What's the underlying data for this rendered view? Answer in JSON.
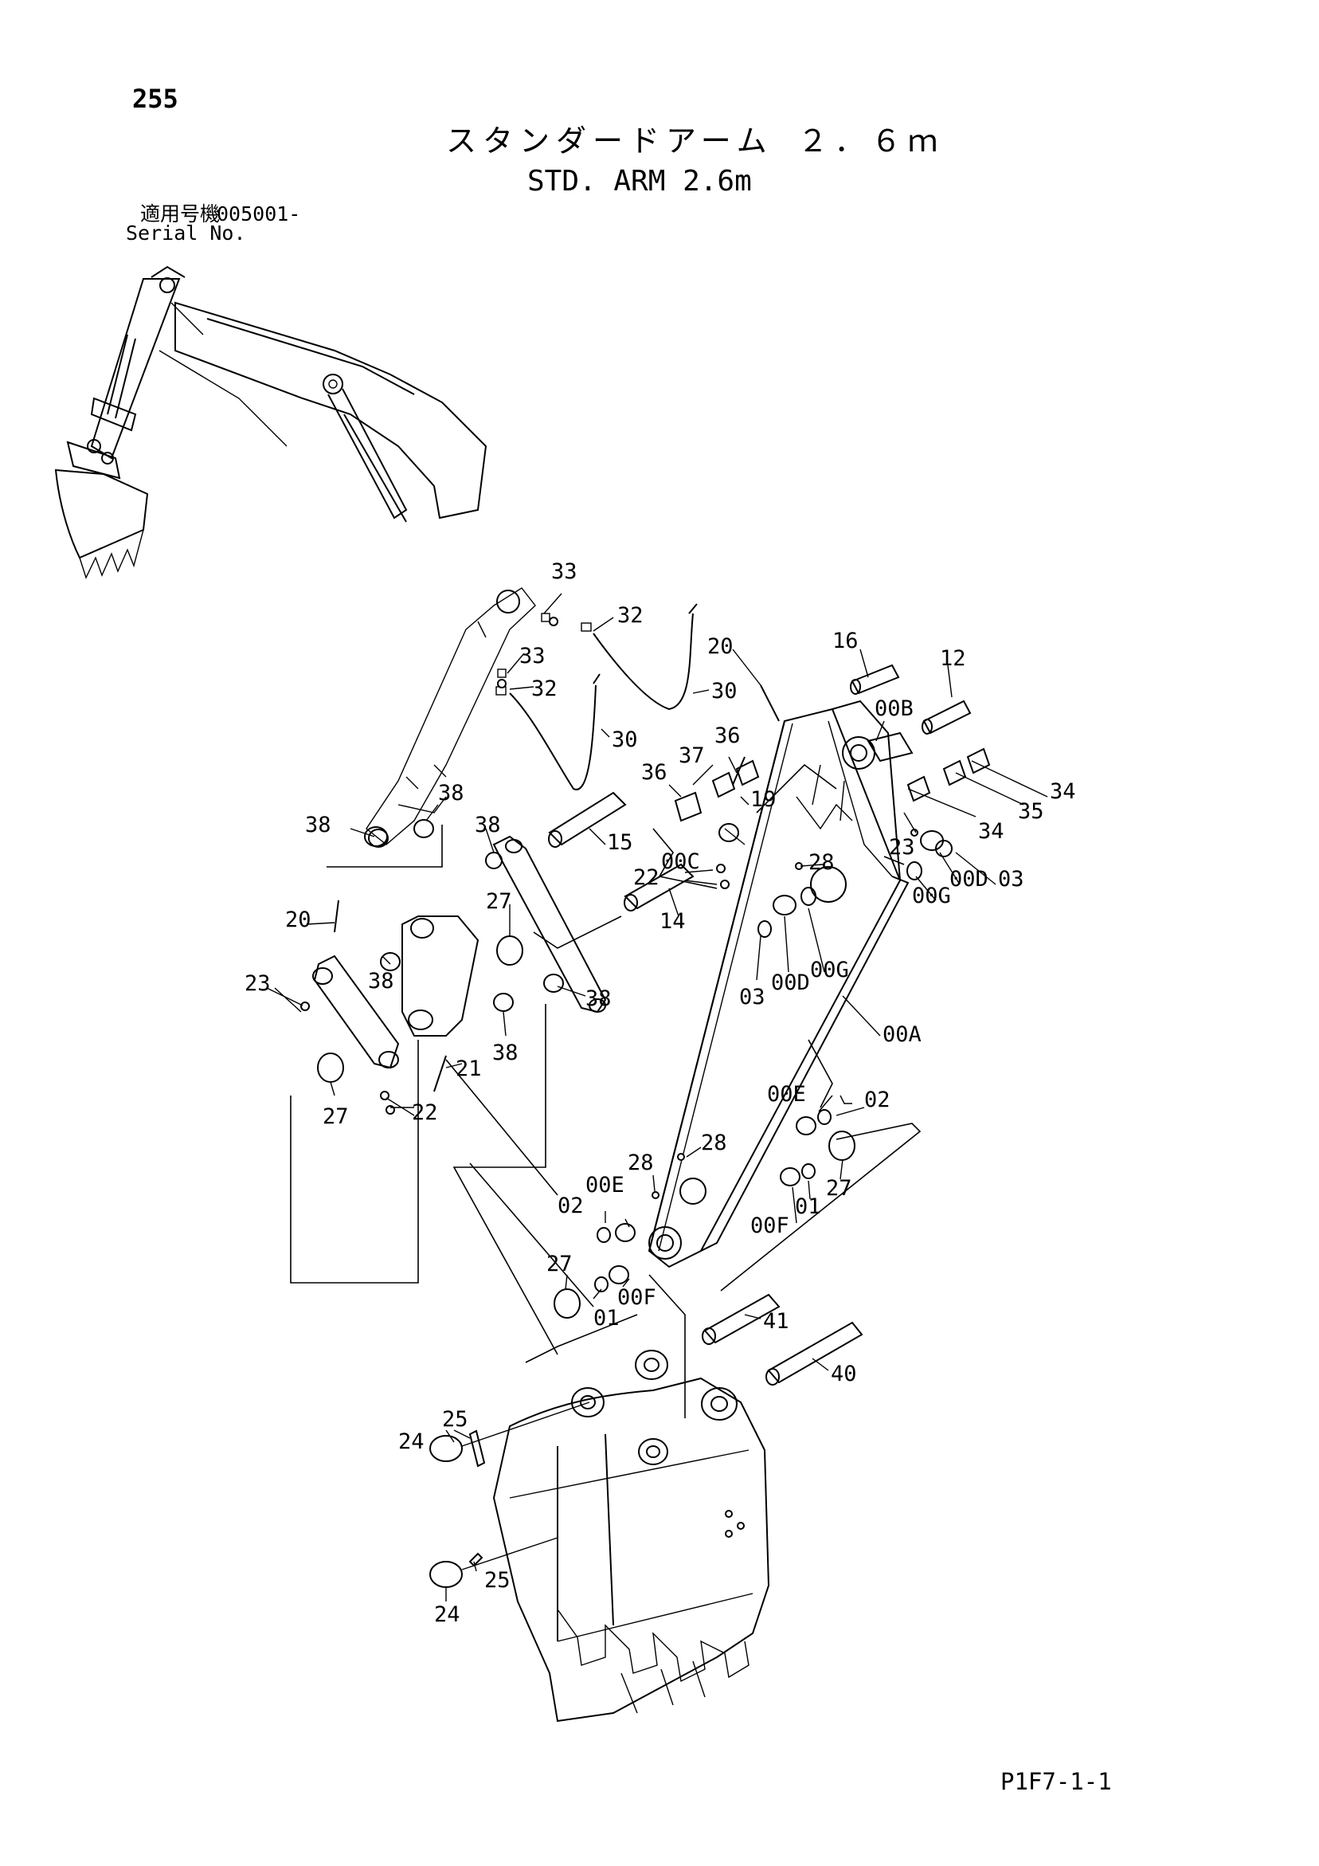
{
  "page": {
    "number": "255",
    "title_jp": "スタンダードアーム ２．６ｍ",
    "title_en": "STD. ARM 2.6m",
    "serial_label_jp": "適用号機",
    "serial_value": "005001-",
    "serial_label_en": "Serial No.",
    "footer_code": "P1F7-1-1"
  },
  "diagram": {
    "callouts": [
      {
        "id": "33",
        "label": "33"
      },
      {
        "id": "32",
        "label": "32"
      },
      {
        "id": "33b",
        "label": "33"
      },
      {
        "id": "32b",
        "label": "32"
      },
      {
        "id": "30",
        "label": "30"
      },
      {
        "id": "30b",
        "label": "30"
      },
      {
        "id": "20",
        "label": "20"
      },
      {
        "id": "16",
        "label": "16"
      },
      {
        "id": "12",
        "label": "12"
      },
      {
        "id": "00B",
        "label": "00B"
      },
      {
        "id": "36",
        "label": "36"
      },
      {
        "id": "37",
        "label": "37"
      },
      {
        "id": "36b",
        "label": "36"
      },
      {
        "id": "19",
        "label": "19"
      },
      {
        "id": "34",
        "label": "34"
      },
      {
        "id": "35",
        "label": "35"
      },
      {
        "id": "34b",
        "label": "34"
      },
      {
        "id": "23",
        "label": "23"
      },
      {
        "id": "03",
        "label": "03"
      },
      {
        "id": "00D",
        "label": "00D"
      },
      {
        "id": "00G",
        "label": "00G"
      },
      {
        "id": "38a",
        "label": "38"
      },
      {
        "id": "38b",
        "label": "38"
      },
      {
        "id": "38c",
        "label": "38"
      },
      {
        "id": "15",
        "label": "15"
      },
      {
        "id": "00C",
        "label": "00C"
      },
      {
        "id": "22",
        "label": "22"
      },
      {
        "id": "28",
        "label": "28"
      },
      {
        "id": "20b",
        "label": "20"
      },
      {
        "id": "27",
        "label": "27"
      },
      {
        "id": "14",
        "label": "14"
      },
      {
        "id": "03b",
        "label": "03"
      },
      {
        "id": "00Db",
        "label": "00D"
      },
      {
        "id": "00Gb",
        "label": "00G"
      },
      {
        "id": "23b",
        "label": "23"
      },
      {
        "id": "38d",
        "label": "38"
      },
      {
        "id": "38e",
        "label": "38"
      },
      {
        "id": "38f",
        "label": "38"
      },
      {
        "id": "00A",
        "label": "00A"
      },
      {
        "id": "21",
        "label": "21"
      },
      {
        "id": "27b",
        "label": "27"
      },
      {
        "id": "22b",
        "label": "22"
      },
      {
        "id": "00E",
        "label": "00E"
      },
      {
        "id": "02",
        "label": "02"
      },
      {
        "id": "28b",
        "label": "28"
      },
      {
        "id": "28c",
        "label": "28"
      },
      {
        "id": "00Eb",
        "label": "00E"
      },
      {
        "id": "02b",
        "label": "02"
      },
      {
        "id": "27c",
        "label": "27"
      },
      {
        "id": "00F",
        "label": "00F"
      },
      {
        "id": "01",
        "label": "01"
      },
      {
        "id": "27d",
        "label": "27"
      },
      {
        "id": "00Fb",
        "label": "00F"
      },
      {
        "id": "01b",
        "label": "01"
      },
      {
        "id": "41",
        "label": "41"
      },
      {
        "id": "40",
        "label": "40"
      },
      {
        "id": "25",
        "label": "25"
      },
      {
        "id": "24",
        "label": "24"
      },
      {
        "id": "25b",
        "label": "25"
      },
      {
        "id": "24b",
        "label": "24"
      }
    ]
  }
}
